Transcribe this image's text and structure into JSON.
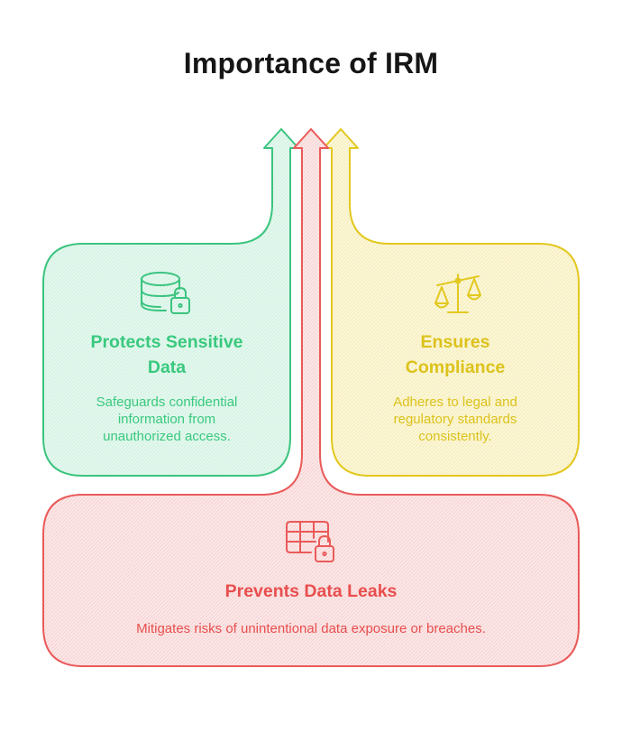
{
  "title": "Importance of IRM",
  "colors": {
    "green": "#3bc47f",
    "green_fill": "#dff7ec",
    "yellow": "#e3c81f",
    "yellow_fill": "#fbf6d4",
    "red": "#ea5a5a",
    "red_fill": "#fbe3e3"
  },
  "cards": {
    "protects": {
      "icon": "database-lock-icon",
      "heading_line1": "Protects Sensitive",
      "heading_line2": "Data",
      "desc_line1": "Safeguards confidential",
      "desc_line2": "information from",
      "desc_line3": "unauthorized access."
    },
    "compliance": {
      "icon": "scales-icon",
      "heading_line1": "Ensures",
      "heading_line2": "Compliance",
      "desc_line1": "Adheres to legal and",
      "desc_line2": "regulatory standards",
      "desc_line3": "consistently."
    },
    "leaks": {
      "icon": "table-lock-icon",
      "heading": "Prevents Data Leaks",
      "desc": "Mitigates risks of unintentional data exposure or breaches."
    }
  }
}
